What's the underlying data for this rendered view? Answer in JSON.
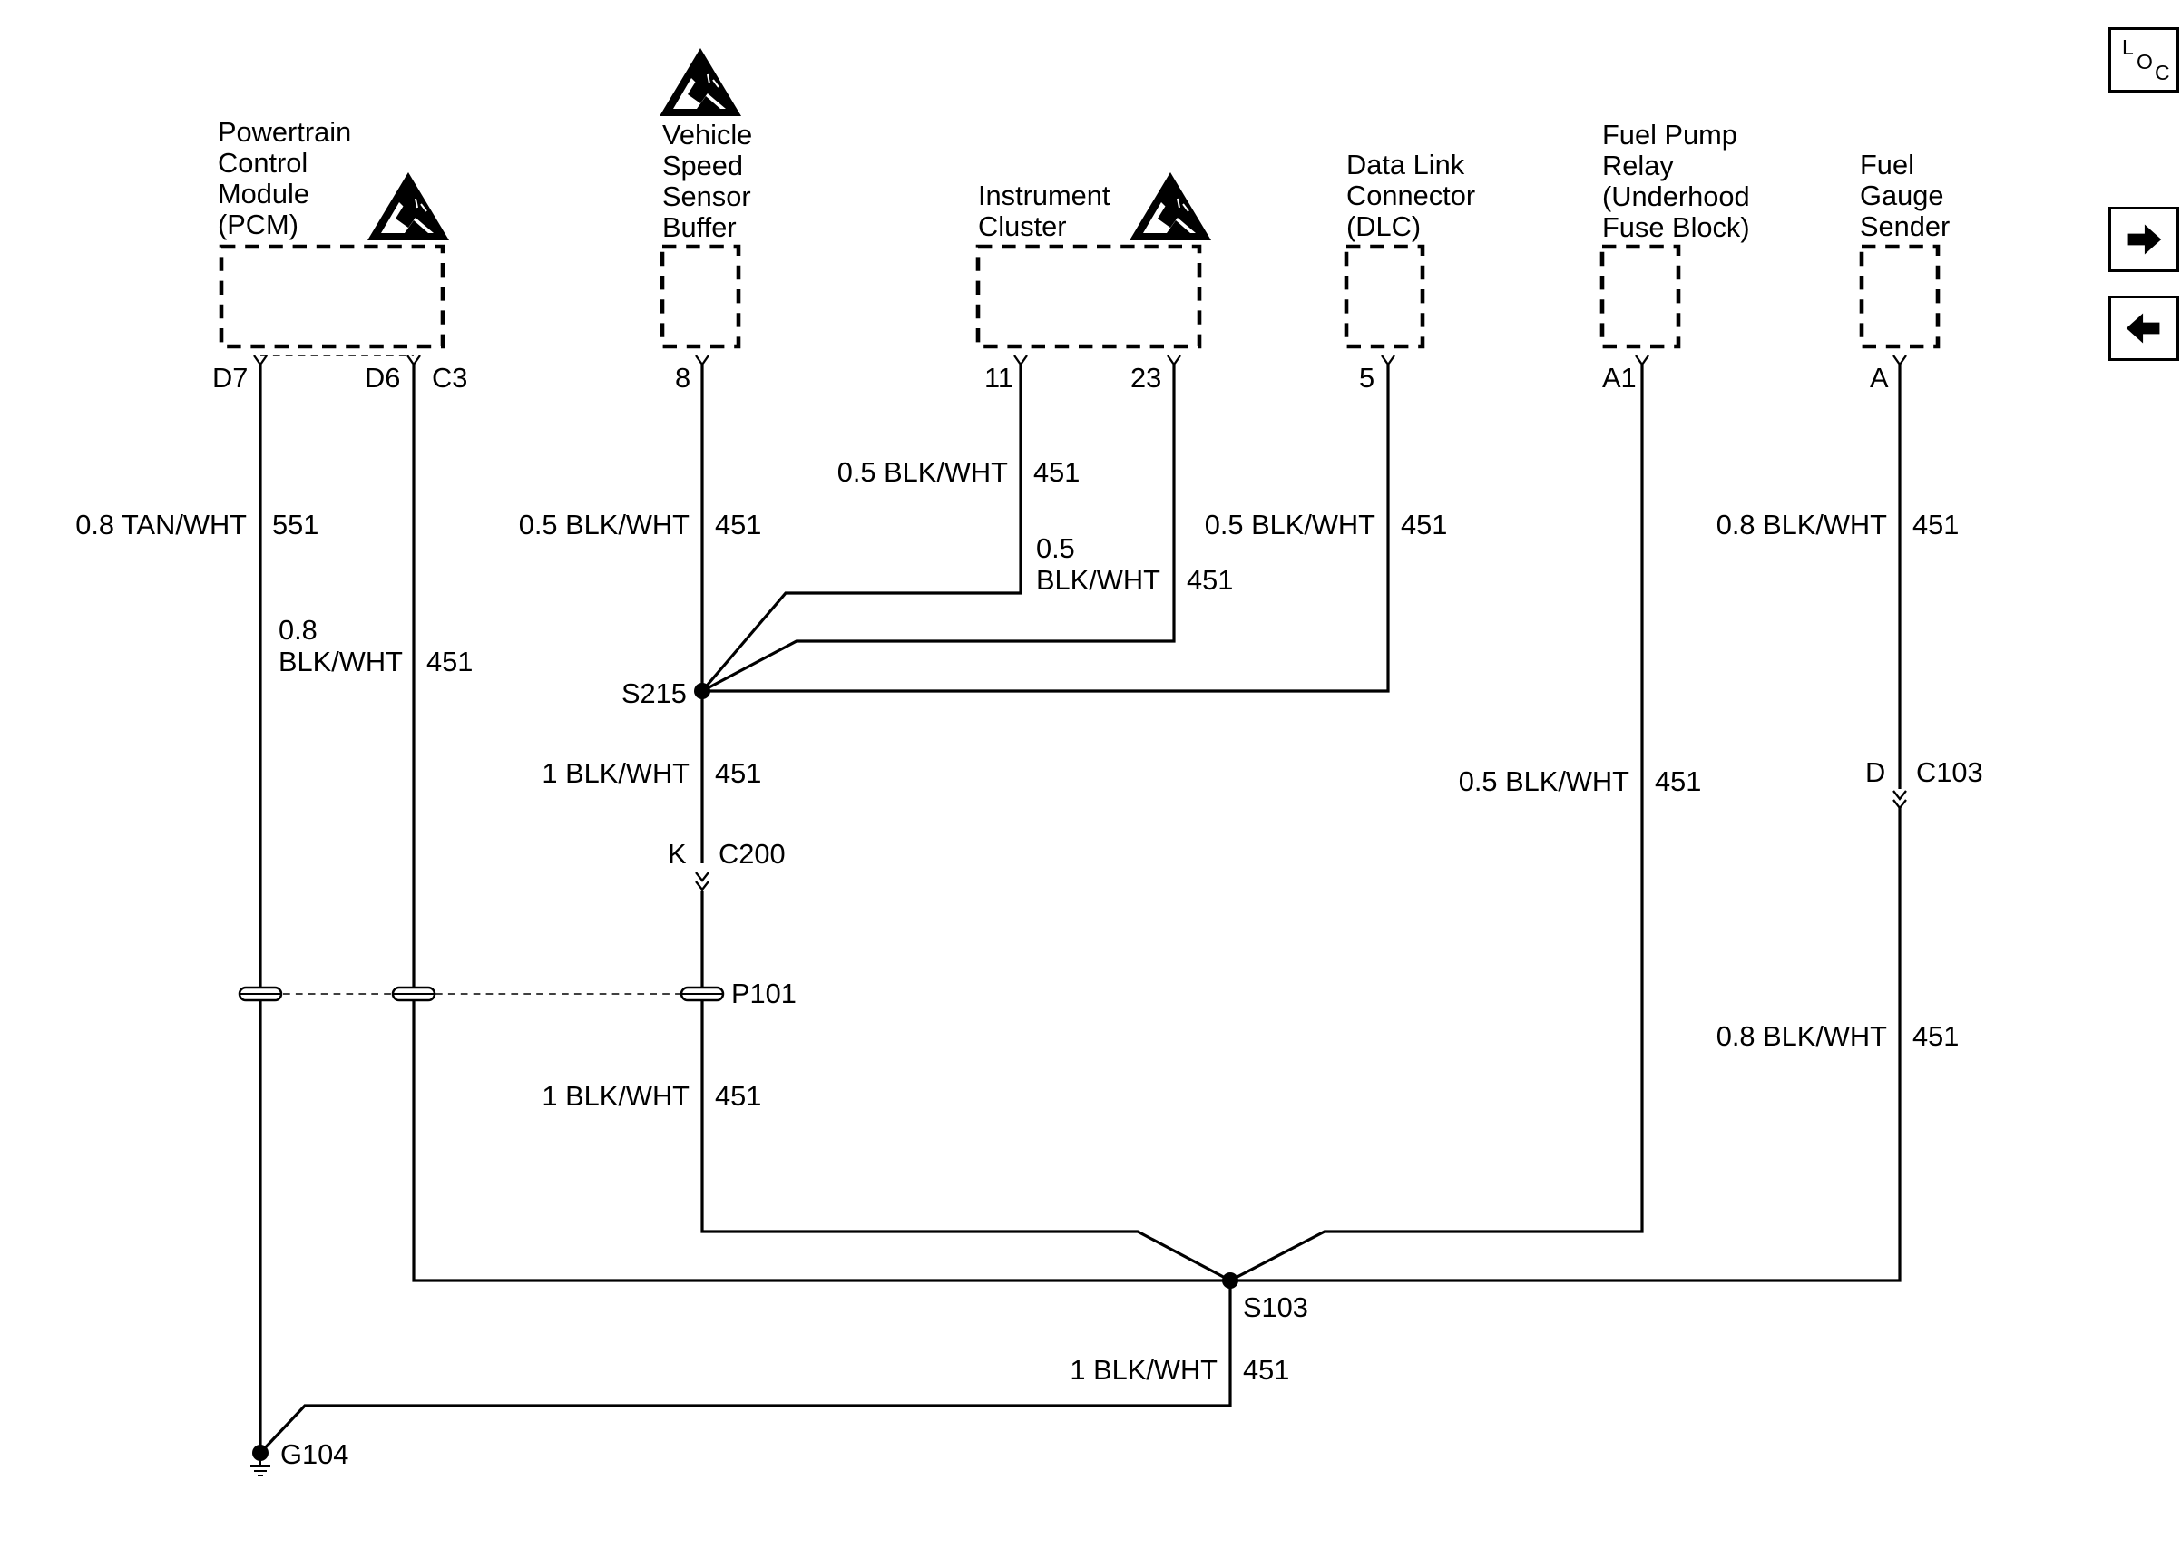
{
  "modules": [
    {
      "id": "pcm",
      "name_lines": [
        "Powertrain",
        "Control",
        "Module",
        "(PCM)"
      ],
      "esd": true,
      "pins": [
        "D7",
        "D6",
        "C3"
      ]
    },
    {
      "id": "vssb",
      "name_lines": [
        "Vehicle",
        "Speed",
        "Sensor",
        "Buffer"
      ],
      "esd": true,
      "pins": [
        "8"
      ]
    },
    {
      "id": "ic",
      "name_lines": [
        "Instrument",
        "Cluster"
      ],
      "esd": true,
      "pins": [
        "11",
        "23"
      ]
    },
    {
      "id": "dlc",
      "name_lines": [
        "Data Link",
        "Connector",
        "(DLC)"
      ],
      "esd": false,
      "pins": [
        "5"
      ]
    },
    {
      "id": "fpr",
      "name_lines": [
        "Fuel Pump",
        "Relay",
        "(Underhood",
        "Fuse Block)"
      ],
      "esd": false,
      "pins": [
        "A1"
      ]
    },
    {
      "id": "fgs",
      "name_lines": [
        "Fuel",
        "Gauge",
        "Sender"
      ],
      "esd": false,
      "pins": [
        "A"
      ]
    }
  ],
  "wires": [
    {
      "id": "pcm-d7",
      "size_color": "0.8 TAN/WHT",
      "circuit": "551"
    },
    {
      "id": "pcm-c3",
      "size_color_lines": [
        "0.8",
        "BLK/WHT"
      ],
      "circuit": "451"
    },
    {
      "id": "vssb-8",
      "size_color": "0.5 BLK/WHT",
      "circuit": "451"
    },
    {
      "id": "ic-11",
      "size_color": "0.5 BLK/WHT",
      "circuit": "451"
    },
    {
      "id": "ic-23",
      "size_color_lines": [
        "0.5",
        "BLK/WHT"
      ],
      "circuit": "451"
    },
    {
      "id": "dlc-5",
      "size_color": "0.5 BLK/WHT",
      "circuit": "451"
    },
    {
      "id": "s215-c200",
      "size_color": "1 BLK/WHT",
      "circuit": "451"
    },
    {
      "id": "p101-s103",
      "size_color": "1 BLK/WHT",
      "circuit": "451"
    },
    {
      "id": "fpr-a1",
      "size_color": "0.5 BLK/WHT",
      "circuit": "451"
    },
    {
      "id": "fgs-a",
      "size_color": "0.8 BLK/WHT",
      "circuit": "451"
    },
    {
      "id": "c103-s103",
      "size_color": "0.8 BLK/WHT",
      "circuit": "451"
    },
    {
      "id": "s103-g104",
      "size_color": "1 BLK/WHT",
      "circuit": "451"
    }
  ],
  "splices": [
    "S215",
    "S103"
  ],
  "connectors": [
    {
      "name": "C200",
      "pin": "K"
    },
    {
      "name": "C103",
      "pin": "D"
    }
  ],
  "pass_through": "P101",
  "ground": "G104",
  "loc_button": {
    "l": "L",
    "o": "O",
    "c": "C"
  },
  "nav": {
    "next_icon": "arrow-right-icon",
    "prev_icon": "arrow-left-icon"
  }
}
